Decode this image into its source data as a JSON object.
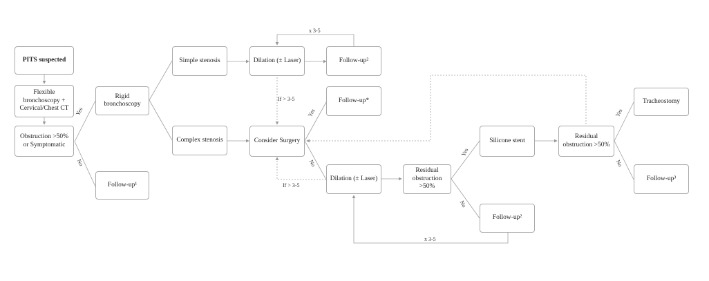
{
  "nodes": {
    "pits": "PITS suspected",
    "flex_bronch": "Flexible bronchoscopy + Cervical/Chest CT",
    "obstruction": "Obstruction >50% or Symptomatic",
    "rigid": "Rigid bronchoscopy",
    "followup1": "Follow-up¹",
    "simple": "Simple stenosis",
    "complex": "Complex stenosis",
    "dilation_top": "Dilation (± Laser)",
    "followup2_top": "Follow-up²",
    "followup_star": "Follow-up*",
    "consider_surgery": "Consider Surgery",
    "dilation_bottom": "Dilation (± Laser)",
    "residual_mid": "Residual obstruction >50%",
    "silicone": "Silicone stent",
    "followup2_bottom": "Follow-up²",
    "residual_right": "Residual obstruction >50%",
    "tracheostomy": "Tracheostomy",
    "followup3": "Follow-up³"
  },
  "edge_labels": {
    "yes": "Yes",
    "no": "No",
    "x35_top": "x 3-5",
    "x35_bottom": "x 3-5",
    "if35_top": "If > 3-5",
    "if35_bottom": "If > 3-5"
  }
}
